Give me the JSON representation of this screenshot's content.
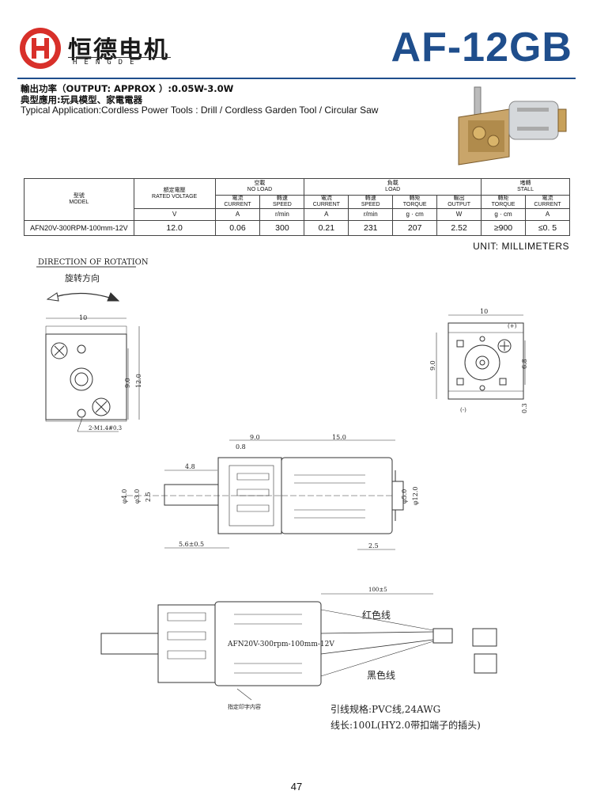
{
  "header": {
    "brand_cn": "恒德电机",
    "brand_en": "HENGDE",
    "model": "AF-12GB"
  },
  "specs": {
    "line1": "輸出功率（OUTPUT: APPROX ）:0.05W-3.0W",
    "line2": "典型應用:玩具模型、家電電器",
    "line3": "Typical Application:Cordless Power Tools : Drill / Cordless Garden Tool / Circular Saw"
  },
  "table": {
    "model_cn": "型號",
    "model_en": "MODEL",
    "rated_cn": "額定電壓",
    "rated_en": "RATED VOLTAGE",
    "noload_cn": "空載",
    "noload_en": "NO LOAD",
    "load_cn": "負載",
    "load_en": "LOAD",
    "stall_cn": "堵轉",
    "stall_en": "STALL",
    "current_cn": "電流",
    "current_en": "CURRENT",
    "speed_cn": "轉速",
    "speed_en": "SPEED",
    "torque_cn": "轉矩",
    "torque_en": "TORQUE",
    "output_cn": "輸出",
    "output_en": "OUTPUT",
    "units": [
      "V",
      "A",
      "r/min",
      "A",
      "r/min",
      "g · cm",
      "W",
      "g · cm",
      "A"
    ],
    "row": {
      "model": "AFN20V-300RPM-100mm-12V",
      "voltage": "12.0",
      "nl_current": "0.06",
      "nl_speed": "300",
      "l_current": "0.21",
      "l_speed": "231",
      "l_torque": "207",
      "l_output": "2.52",
      "s_torque": "≥900",
      "s_current": "≤0. 5"
    }
  },
  "unit_note": "UNIT: MILLIMETERS",
  "drawing": {
    "rotation_en": "DIRECTION OF ROTATION",
    "rotation_cn": "旋转方向",
    "front": {
      "w": "10",
      "h1": "9.0",
      "h2": "12.0",
      "hole": "2-M1.4#0.3"
    },
    "rear": {
      "w": "10",
      "h1": "9.0",
      "h2": "6.8",
      "h3": "0.3",
      "plus": "(+)",
      "minus": "(-)"
    },
    "side": {
      "d1": "9.0",
      "d2": "15.0",
      "d3": "0.8",
      "d4": "4.8",
      "d5": "5.6±0.5",
      "d6": "2.5",
      "dia1": "φ4.0",
      "dia2": "φ3.0",
      "dia3": "2.5",
      "dia4": "φ5.0",
      "dia5": "φ12.0"
    },
    "wire": {
      "len": "100±5",
      "red": "红色线",
      "black": "黑色线",
      "label": "AFN20V-300rpm-100mm-12V",
      "print_note": "指定印字内容",
      "spec1": "引线规格:PVC线,24AWG",
      "spec2": "线长:100L(HY2.0带扣端子的插头)"
    }
  },
  "page_number": "47",
  "colors": {
    "brand_red": "#d8302a",
    "title_blue": "#1f4e8c"
  }
}
